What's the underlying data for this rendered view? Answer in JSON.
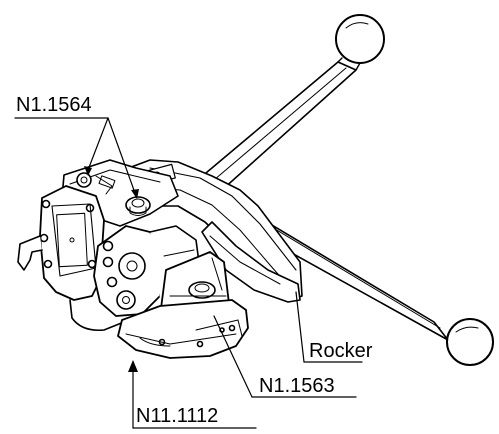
{
  "callouts": {
    "n11564": "N1.1564",
    "rocker": "Rocker",
    "n11563": "N1.1563",
    "n111112": "N11.1112"
  },
  "colors": {
    "line": "#000000",
    "fill": "#ffffff",
    "shade": "#d9d9d9"
  }
}
